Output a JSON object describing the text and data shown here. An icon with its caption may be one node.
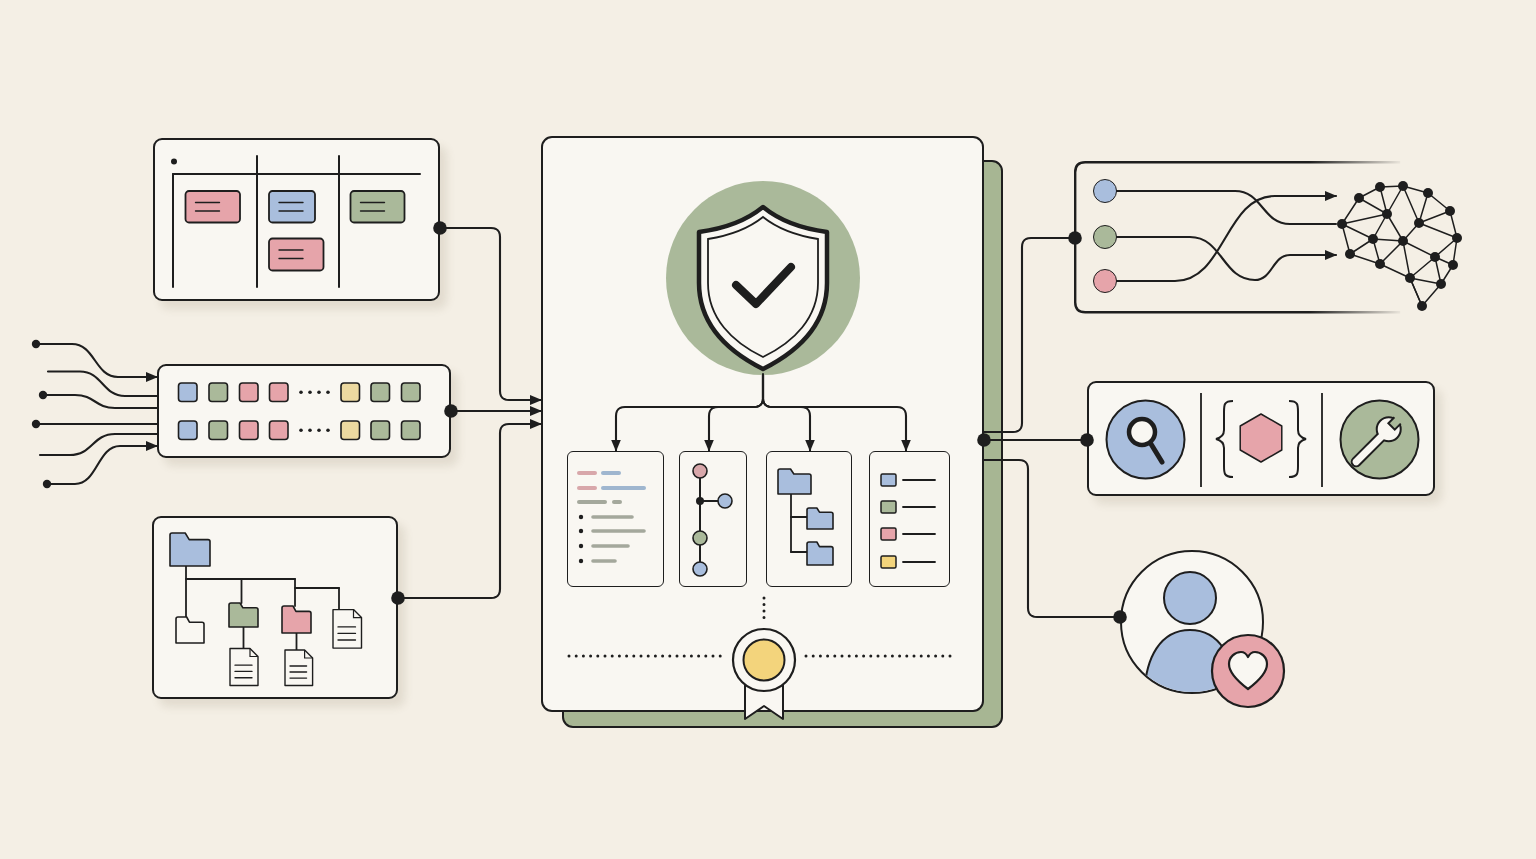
{
  "diagram": {
    "nodes": [
      {
        "text": [],
        "shape": "box"
      },
      {
        "text": [],
        "shape": "box"
      },
      {
        "text": [],
        "shape": "box"
      },
      {
        "text": [],
        "shape": "box"
      },
      {
        "text": [],
        "shape": "picture",
        "in": 3
      },
      {
        "text": [],
        "shape": "box",
        "in": 3
      },
      {
        "text": [],
        "shape": "box",
        "in": 3
      },
      {
        "text": [],
        "shape": "box",
        "in": 3
      },
      {
        "text": [],
        "shape": "box",
        "in": 3
      },
      {
        "text": [],
        "shape": "box"
      },
      {
        "text": [],
        "shape": "circle",
        "in": 9
      },
      {
        "text": [],
        "shape": "circle",
        "in": 9
      },
      {
        "text": [],
        "shape": "circle",
        "in": 9
      },
      {
        "text": [],
        "shape": "picture"
      },
      {
        "text": [],
        "shape": "box"
      },
      {
        "text": [],
        "shape": "circle"
      }
    ],
    "edges": [
      {
        "from": 0,
        "to": 3,
        "arrow": "to"
      },
      {
        "from": 1,
        "to": 3,
        "arrow": "to"
      },
      {
        "from": 2,
        "to": 3,
        "arrow": "to"
      },
      {
        "from": 3,
        "to": 9,
        "arrow": "other"
      },
      {
        "from": 3,
        "to": 14,
        "arrow": "other"
      },
      {
        "from": 3,
        "to": 15,
        "arrow": "other"
      },
      {
        "from": 4,
        "to": 5,
        "arrow": "to"
      },
      {
        "from": 4,
        "to": 6,
        "arrow": "to"
      },
      {
        "from": 4,
        "to": 7,
        "arrow": "to"
      },
      {
        "from": 4,
        "to": 8,
        "arrow": "to"
      },
      {
        "from": 10,
        "to": 13,
        "arrow": "none"
      },
      {
        "from": 12,
        "to": 13,
        "arrow": "to"
      },
      {
        "from": 11,
        "to": 13,
        "arrow": "to"
      },
      {
        "from": null,
        "to": 1,
        "arrow": "to"
      },
      {
        "from": null,
        "to": 1,
        "arrow": "none"
      },
      {
        "from": null,
        "to": 1,
        "arrow": "other"
      },
      {
        "from": null,
        "to": 1,
        "arrow": "other"
      },
      {
        "from": null,
        "to": 1,
        "arrow": "none"
      },
      {
        "from": null,
        "to": 1,
        "arrow": "to"
      }
    ]
  }
}
